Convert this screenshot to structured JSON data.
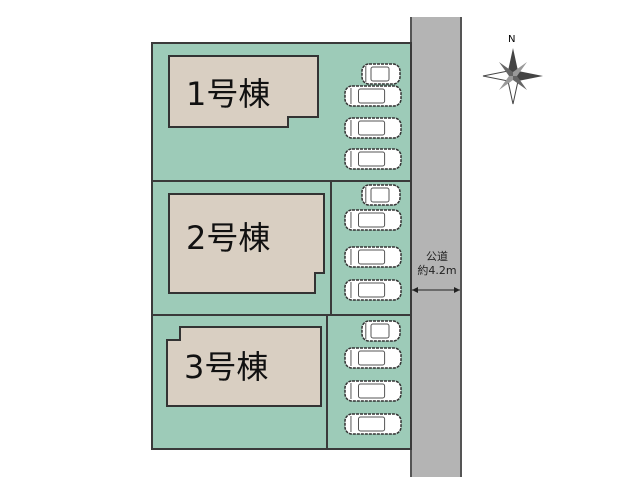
{
  "lots": [
    {
      "label": "1号棟",
      "parking_spaces": 4
    },
    {
      "label": "2号棟",
      "parking_spaces": 4
    },
    {
      "label": "3号棟",
      "parking_spaces": 4
    }
  ],
  "road": {
    "name": "公道",
    "width": "約4.2m"
  },
  "compass": {
    "north_label": "N"
  },
  "colors": {
    "lot": "#9dcbb8",
    "building": "#d9cfc2",
    "road": "#b4b4b4"
  }
}
